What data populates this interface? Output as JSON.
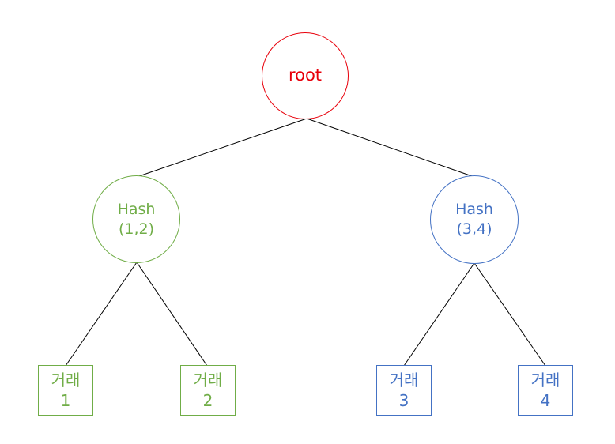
{
  "colors": {
    "edge": "#000000",
    "root": "#e8000b",
    "green": "#70ad47",
    "blue": "#4472c4"
  },
  "nodes": {
    "root": {
      "label": "root",
      "color": "#e8000b"
    },
    "hash12": {
      "line1": "Hash",
      "line2": "(1,2)",
      "color": "#70ad47"
    },
    "hash34": {
      "line1": "Hash",
      "line2": "(3,4)",
      "color": "#4472c4"
    },
    "leaves": [
      {
        "line1": "거래",
        "line2": "1",
        "color": "#70ad47"
      },
      {
        "line1": "거래",
        "line2": "2",
        "color": "#70ad47"
      },
      {
        "line1": "거래",
        "line2": "3",
        "color": "#4472c4"
      },
      {
        "line1": "거래",
        "line2": "4",
        "color": "#4472c4"
      }
    ]
  }
}
